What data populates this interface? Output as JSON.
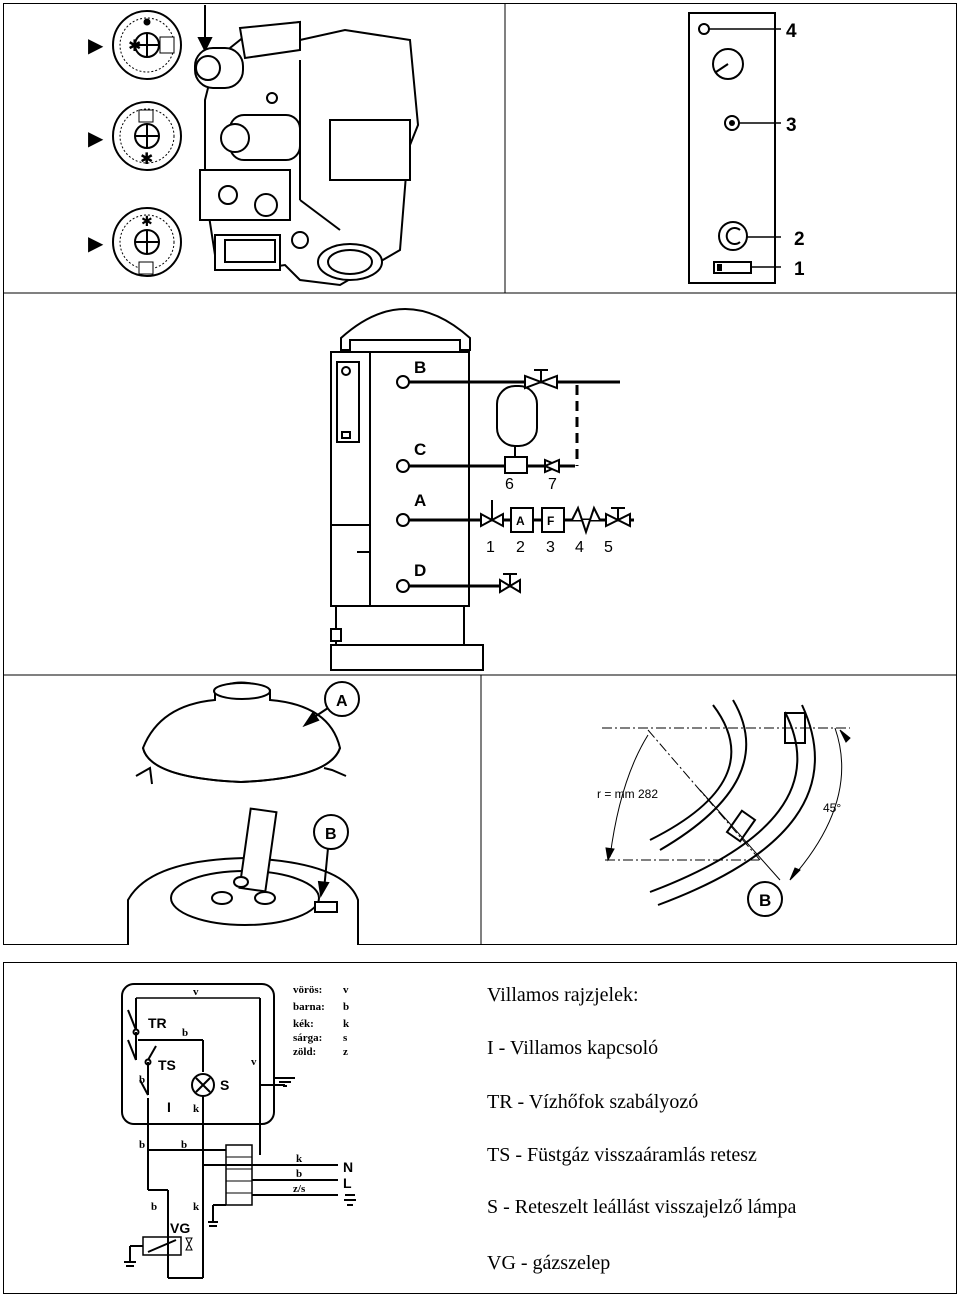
{
  "panel_gas_valve": {
    "arrow_markers": [
      "▶",
      "▶",
      "▶"
    ]
  },
  "panel_control_panel": {
    "callouts": [
      "4",
      "3",
      "2",
      "1"
    ]
  },
  "panel_connections": {
    "ports": [
      "B",
      "C",
      "A",
      "D"
    ],
    "fittings": [
      "6",
      "7",
      "1",
      "2",
      "3",
      "4",
      "5"
    ],
    "filter_labels": [
      "A",
      "F"
    ]
  },
  "panel_cover": {
    "callout_a": "A",
    "callout_b": "B"
  },
  "panel_detail": {
    "radius_label": "r = mm 282",
    "angle_label": "45°",
    "callout_b": "B"
  },
  "wiring": {
    "component_labels": {
      "tr": "TR",
      "ts": "TS",
      "s": "S",
      "i": "I",
      "vg": "VG"
    },
    "wire_letters": [
      "v",
      "b",
      "v",
      "b",
      "k",
      "b",
      "b",
      "b",
      "k",
      "k",
      "b",
      "z/s"
    ],
    "terminals": [
      "N",
      "L"
    ],
    "color_key": [
      {
        "name": "vörös:",
        "code": "v"
      },
      {
        "name": "barna:",
        "code": "b"
      },
      {
        "name": "kék:",
        "code": "k"
      },
      {
        "name": "sárga:",
        "code": "s"
      },
      {
        "name": "zöld:",
        "code": "z"
      }
    ]
  },
  "legend": {
    "title": "Villamos rajzjelek:",
    "items": [
      "I - Villamos kapcsoló",
      "TR - Vízhőfok szabályozó",
      "TS - Füstgáz visszaáramlás retesz",
      "S - Reteszelt leállást visszajelző lámpa",
      "VG - gázszelep"
    ]
  }
}
